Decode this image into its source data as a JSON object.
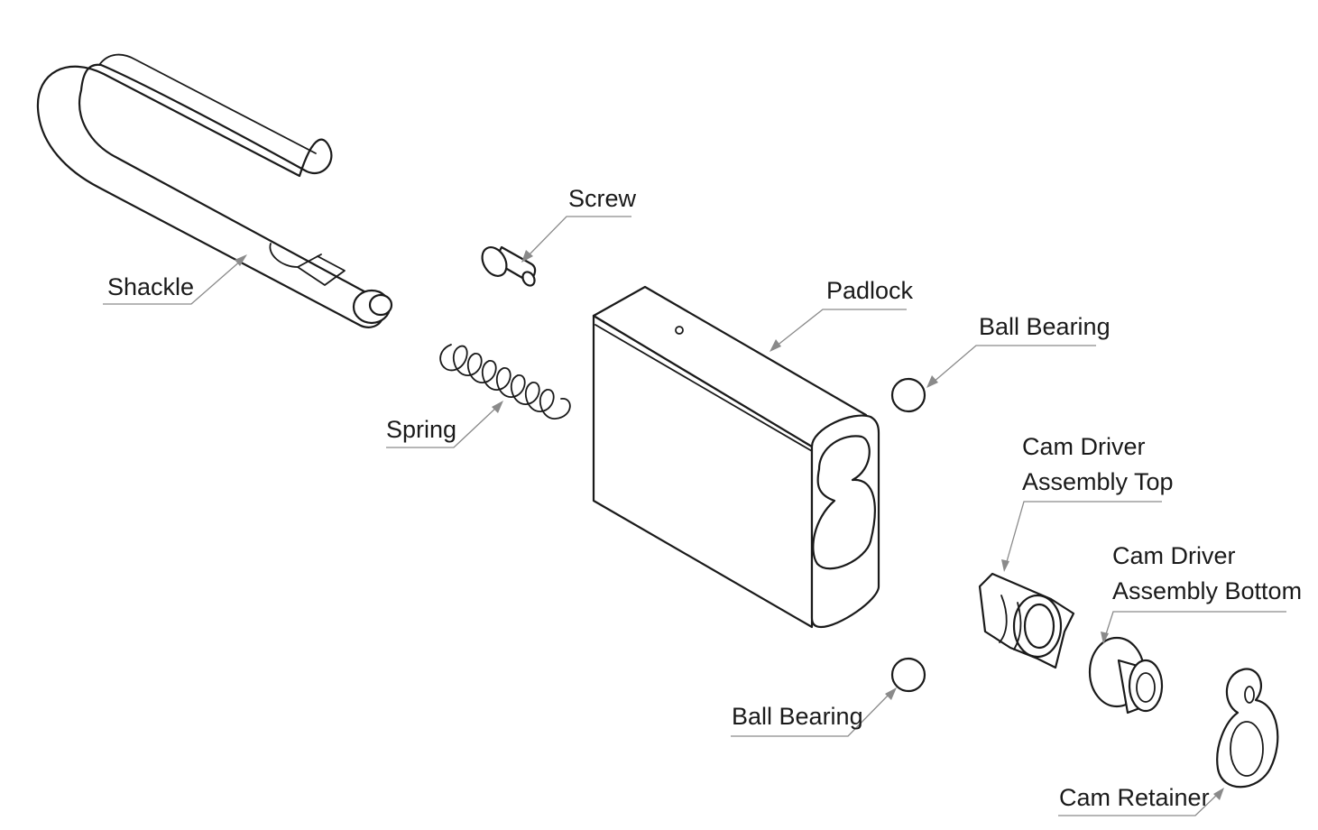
{
  "labels": {
    "shackle": "Shackle",
    "screw": "Screw",
    "spring": "Spring",
    "padlock": "Padlock",
    "ball_bearing_top": "Ball Bearing",
    "ball_bearing_bottom": "Ball Bearing",
    "cam_driver_top_line1": "Cam Driver",
    "cam_driver_top_line2": "Assembly Top",
    "cam_driver_bottom_line1": "Cam Driver",
    "cam_driver_bottom_line2": "Assembly Bottom",
    "cam_retainer": "Cam Retainer"
  },
  "colors": {
    "line": "#1a1a1a",
    "leader": "#8a8a8a",
    "background": "#ffffff"
  }
}
